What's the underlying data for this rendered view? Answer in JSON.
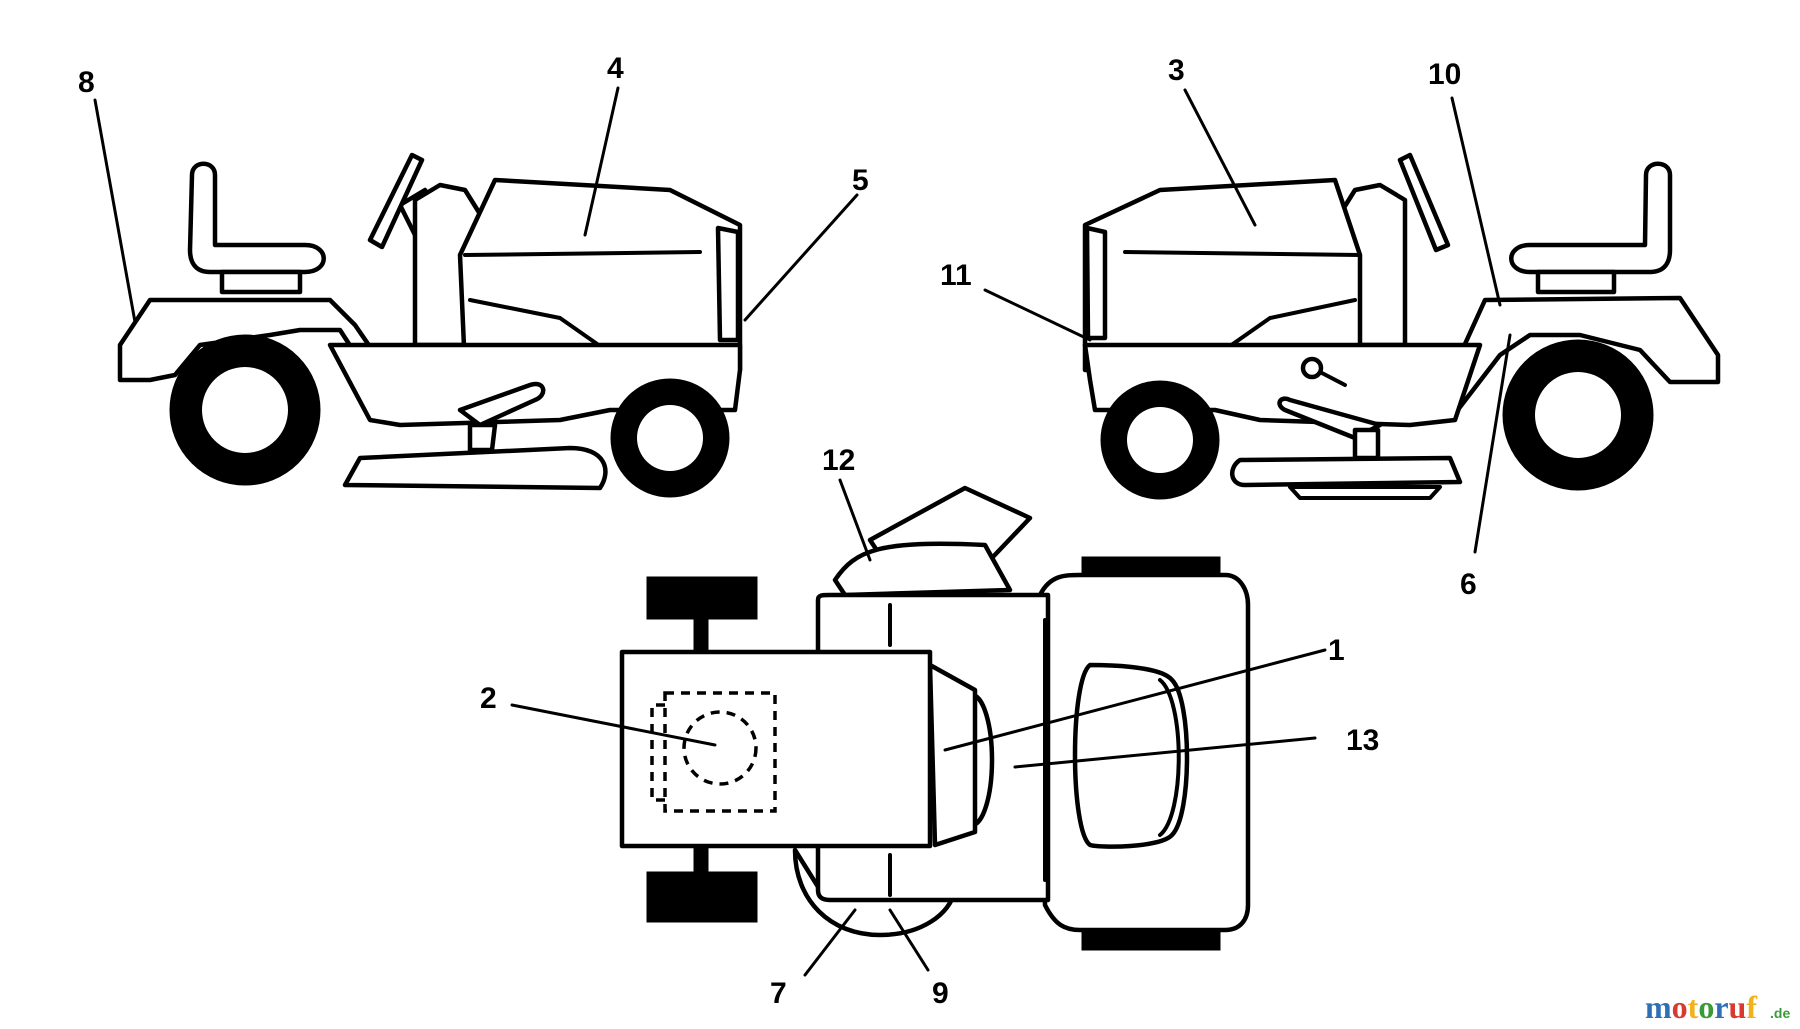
{
  "callouts": {
    "c1": "1",
    "c2": "2",
    "c3": "3",
    "c4": "4",
    "c5": "5",
    "c6": "6",
    "c7": "7",
    "c8": "8",
    "c9": "9",
    "c10": "10",
    "c11": "11",
    "c12": "12",
    "c13": "13"
  },
  "watermark": {
    "text": "motoruf",
    "suffix": ".de",
    "colors": [
      "#2e6fb5",
      "#d93a2f",
      "#f2b21b",
      "#3a9a3a"
    ]
  }
}
